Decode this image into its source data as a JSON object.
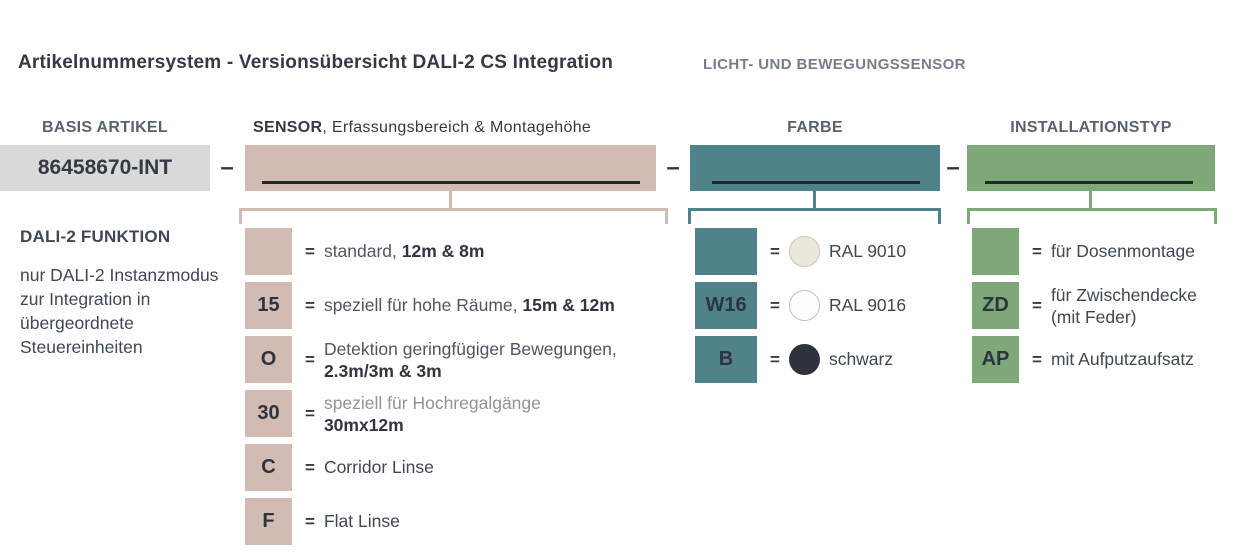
{
  "eq": "=",
  "separator": "–",
  "title": {
    "main": "Artikelnummersystem - Versionsübersicht DALI-2 CS Integration",
    "sub": "LICHT- UND BEWEGUNGSSENSOR"
  },
  "colors": {
    "tan": "#d1bbb2",
    "teal": "#4f828b",
    "green": "#7ea877",
    "graybox": "#d9d9d9",
    "dark": "#333a46",
    "header_muted": "#59626f",
    "subtitle_gray": "#747e8a",
    "dali_text": "#3f4854",
    "desc_gray": "#4e5662",
    "val_dark": "#2f3641",
    "plain_text": "#3f4752",
    "light_gray": "#8e949c",
    "underline": "#22272e",
    "chip_text": "#2d343f",
    "swatch_ral9010": "#ece7db",
    "swatch_ral9010_border": "#cac6ba",
    "swatch_ral9016": "#fdfdfb",
    "swatch_ral9016_border": "#bdc1bd",
    "swatch_schwarz": "#2d323c"
  },
  "base_article": {
    "header": "BASIS ARTIKEL",
    "code": "86458670-INT",
    "function_title": "DALI-2 FUNKTION",
    "function_text": "nur DALI-2 Instanzmodus zur Integration in übergeordnete Steuereinheiten"
  },
  "sensor": {
    "header_bold": "SENSOR",
    "header_rest": ", Erfassungsbereich & Montagehöhe",
    "items": [
      {
        "code": "",
        "desc": "standard,",
        "value": "12m & 8m"
      },
      {
        "code": "15",
        "desc": "speziell für hohe Räume,",
        "value": "15m & 12m"
      },
      {
        "code": "O",
        "desc": "Detektion geringfügiger Bewegungen,",
        "value": "2.3m/3m & 3m"
      },
      {
        "code": "30",
        "desc": "speziell für Hochregalgänge",
        "value": "30mx12m"
      },
      {
        "code": "C",
        "desc": "Corridor Linse",
        "value": ""
      },
      {
        "code": "F",
        "desc": "Flat Linse",
        "value": ""
      }
    ]
  },
  "farbe": {
    "header": "FARBE",
    "items": [
      {
        "code": "",
        "swatch": "RAL 9010",
        "label": "RAL 9010"
      },
      {
        "code": "W16",
        "swatch": "RAL 9016",
        "label": "RAL 9016"
      },
      {
        "code": "B",
        "swatch": "schwarz",
        "label": "schwarz"
      }
    ]
  },
  "installation": {
    "header": "INSTALLATIONSTYP",
    "items": [
      {
        "code": "",
        "line1": "für Dosenmontage",
        "line2": ""
      },
      {
        "code": "ZD",
        "line1": "für Zwischendecke",
        "line2": "(mit Feder)"
      },
      {
        "code": "AP",
        "line1": "mit Aufputzaufsatz",
        "line2": ""
      }
    ]
  }
}
